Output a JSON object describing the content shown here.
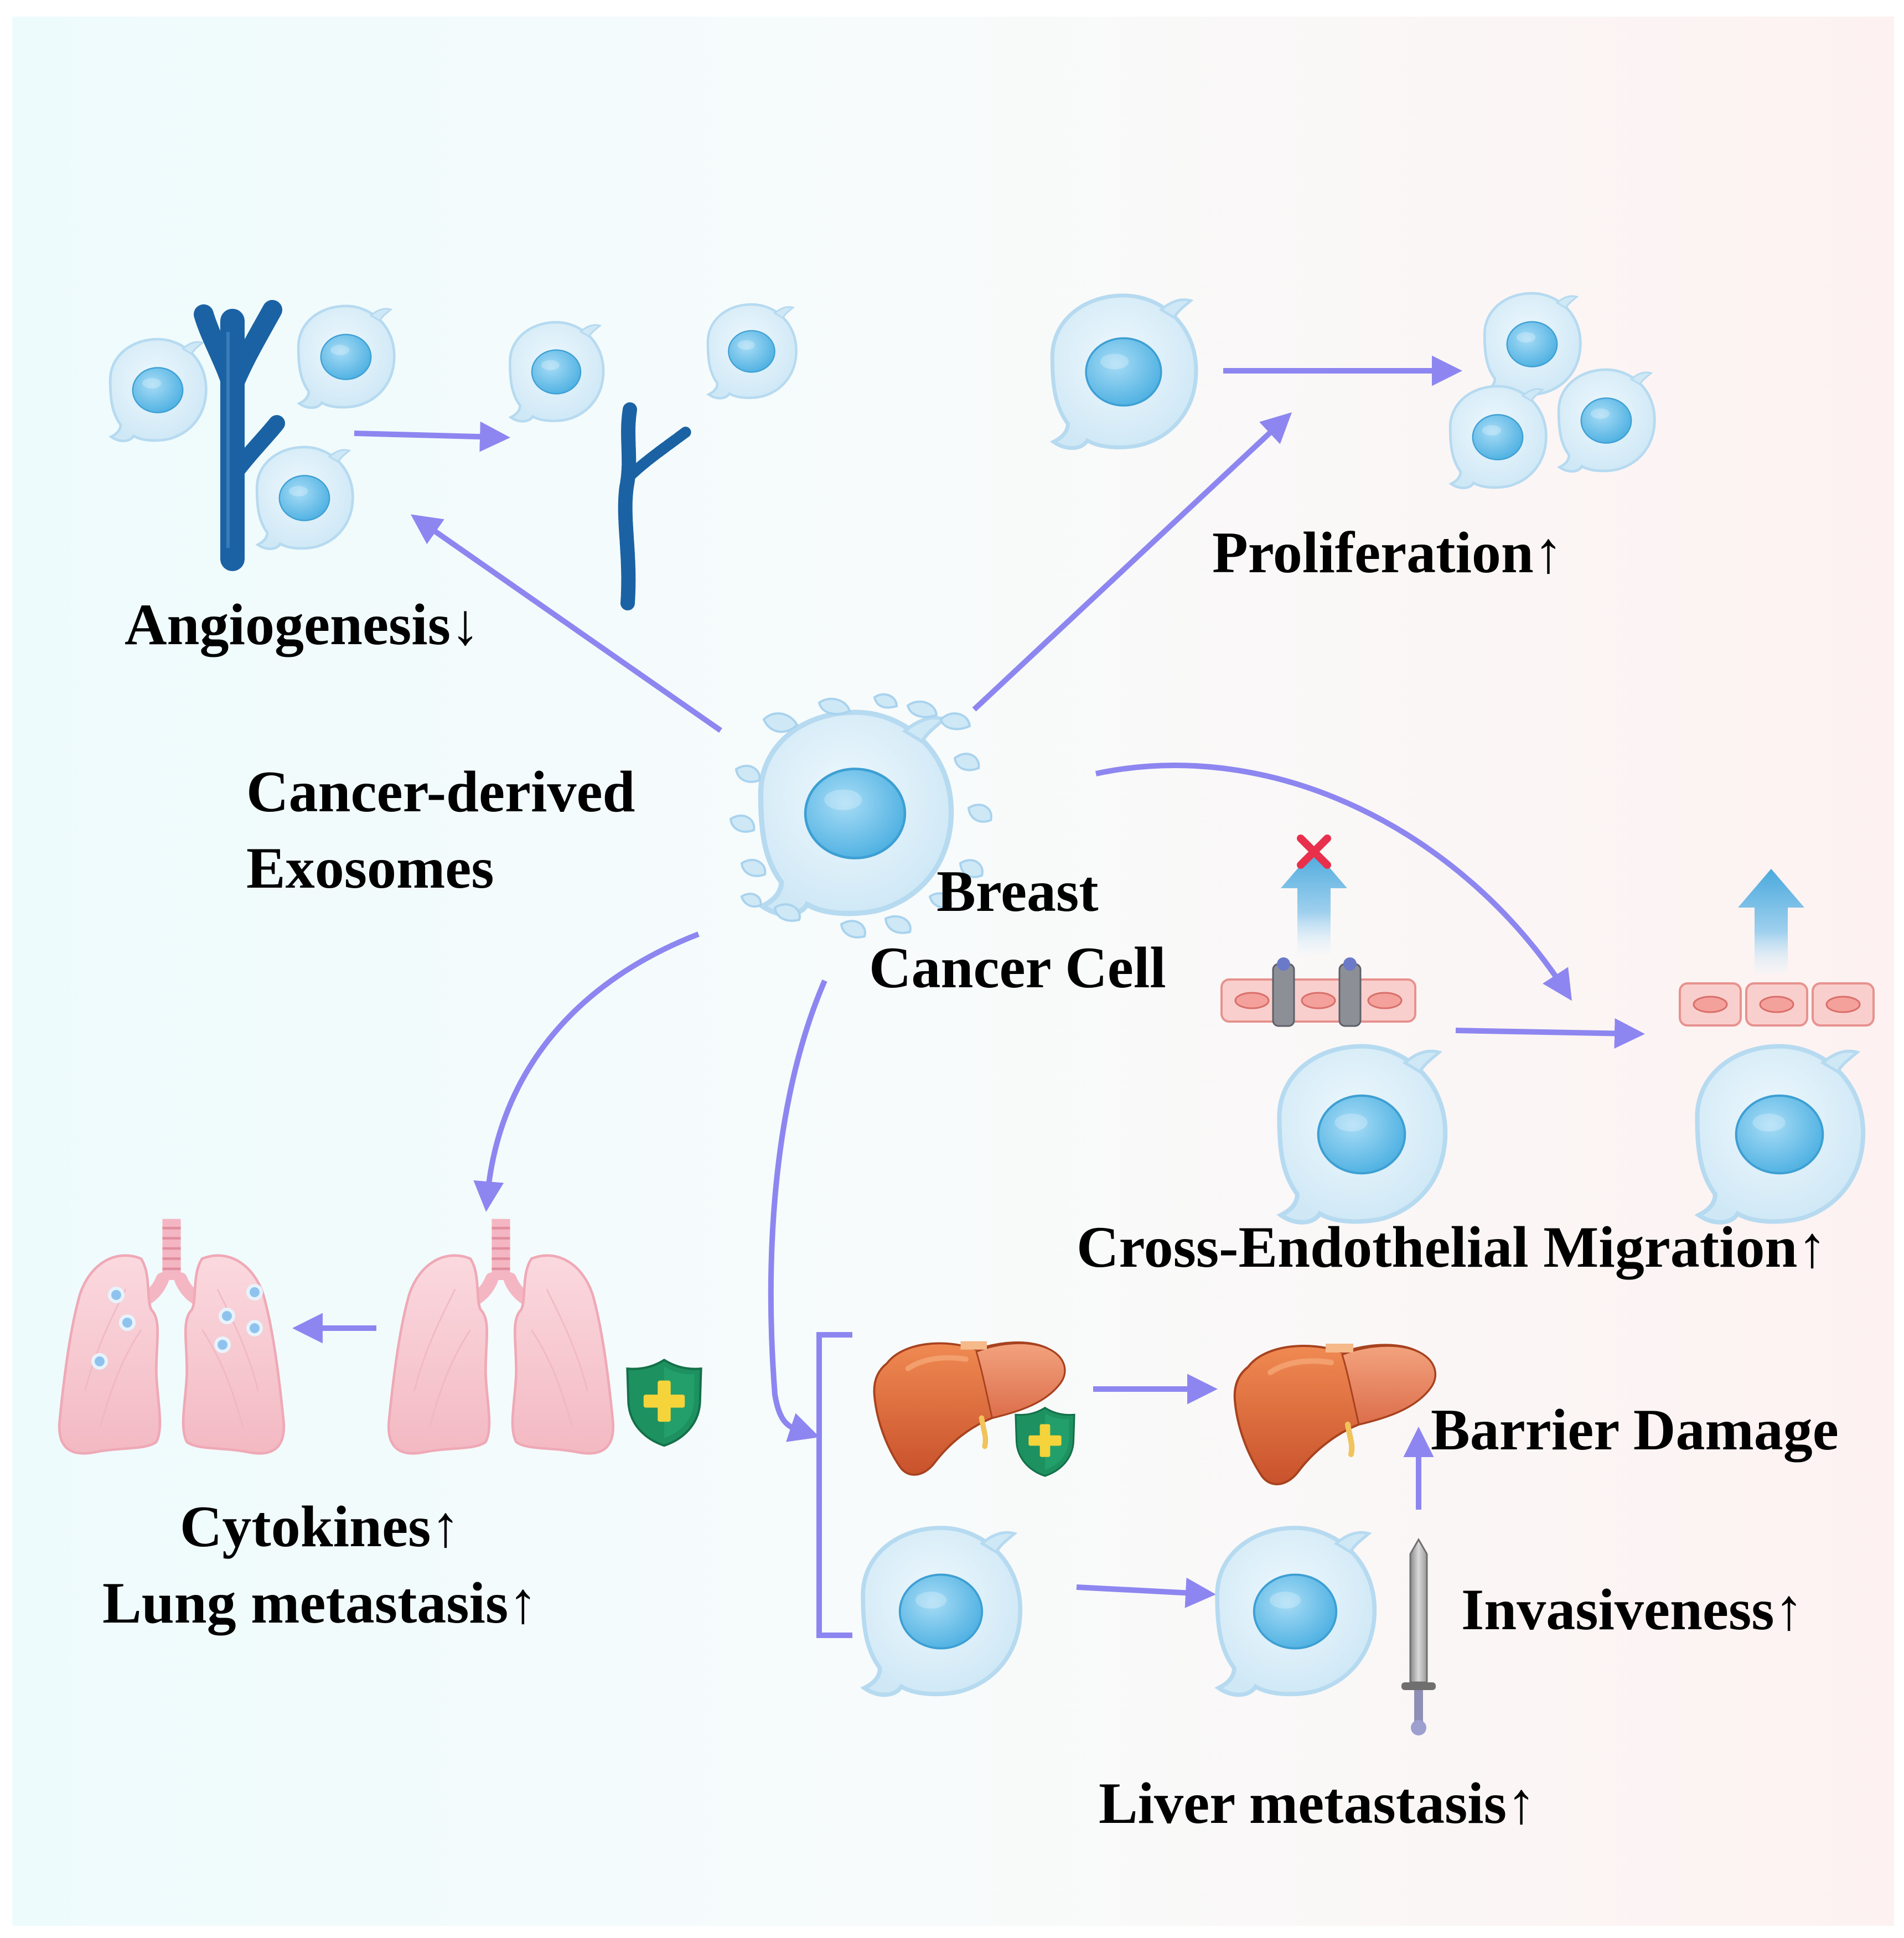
{
  "labels": {
    "angiogenesis": "Angiogenesis↓",
    "proliferation": "Proliferation↑",
    "exosomes_line1": "Cancer-derived",
    "exosomes_line2": "Exosomes",
    "breast_line1": "Breast",
    "breast_line2": "Cancer Cell",
    "migration": "Cross-Endothelial Migration↑",
    "cytokines": "Cytokines↑",
    "lung": "Lung metastasis↑",
    "barrier": "Barrier Damage",
    "invasiveness": "Invasiveness↑",
    "liver": "Liver metastasis↑"
  },
  "colors": {
    "arrow": "#8d86f0",
    "cell_outer": "#dbeef9",
    "cell_rim": "#b6daf0",
    "nucleus": "#6cc0ea",
    "vessel": "#1a62a3",
    "lung": "#f8c9d1",
    "liver": "#e0683d",
    "shield": "#1d9160",
    "shield_cross": "#f5d33a",
    "endothelium": "#f5c0c0",
    "blocked_mark": "#e8304c",
    "bg_left": "#eefbfd",
    "bg_right": "#fdf2f1"
  }
}
